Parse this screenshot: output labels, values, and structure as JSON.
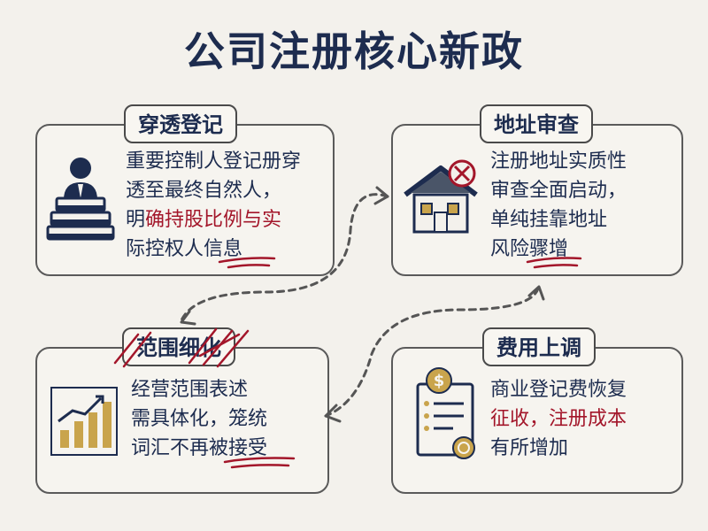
{
  "title": "公司注册核心新政",
  "cards": {
    "penetration": {
      "tag": "穿透登记",
      "lines": [
        {
          "pre": "重要控制人登记册穿",
          "red": "",
          "post": ""
        },
        {
          "pre": "透至最终自然人，",
          "red": "",
          "post": ""
        },
        {
          "pre": "明",
          "red": "确持股比例与实",
          "post": ""
        },
        {
          "pre": "际控权人信息",
          "red": "",
          "post": ""
        }
      ]
    },
    "address": {
      "tag": "地址审查",
      "lines": [
        {
          "pre": "注册地址实质性",
          "red": "",
          "post": ""
        },
        {
          "pre": "审查全面启动，",
          "red": "",
          "post": ""
        },
        {
          "pre": "单纯挂靠地址",
          "red": "",
          "post": ""
        },
        {
          "pre": "风险骤增",
          "red": "",
          "post": ""
        }
      ]
    },
    "scope": {
      "tag": "范围细化",
      "lines": [
        {
          "pre": "经营范围表述",
          "red": "",
          "post": ""
        },
        {
          "pre": "需具体化，笼统",
          "red": "",
          "post": ""
        },
        {
          "pre": "词汇不再被接受",
          "red": "",
          "post": ""
        }
      ]
    },
    "fee": {
      "tag": "费用上调",
      "lines": [
        {
          "pre": "商业登记费恢复",
          "red": "",
          "post": ""
        },
        {
          "pre": "",
          "red": "征收，注册成本",
          "post": ""
        },
        {
          "pre": "有所增加",
          "red": "",
          "post": ""
        }
      ]
    }
  },
  "icons": {
    "penetration": "person-at-podium-icon",
    "address": "house-with-prohibited-sign-icon",
    "scope": "rising-bar-chart-icon",
    "fee": "document-with-coin-icon"
  },
  "colors": {
    "navy": "#1d2c4f",
    "accent_red": "#a3162a",
    "gold": "#c9a44c",
    "background": "#f3f1ec"
  }
}
